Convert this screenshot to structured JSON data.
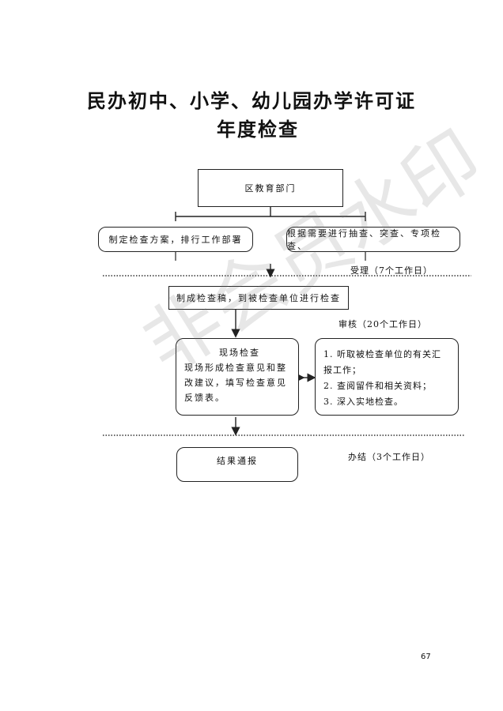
{
  "title": {
    "line1": "民办初中、小学、幼儿园办学许可证",
    "line2": "年度检查"
  },
  "nodes": {
    "dept": "区教育部门",
    "plan": "制定检查方案，排行工作部署",
    "random": "根据需要进行抽查、突查、专项检查、",
    "notify": "制成检查稿，到被检查单位进行检查",
    "onsite_title": "现场检查",
    "onsite_body": "现场形成检查意见和整改建议，填写检查意见反馈表。",
    "tasks": [
      "1. 听取被检查单位的有关汇报工作；",
      "2. 查阅留件和相关资料；",
      "3. 深入实地检查。"
    ],
    "result": "结果通报"
  },
  "notes": {
    "accept": "受理（7个工作日）",
    "review": "审核（20个工作日）",
    "finish": "办结（3个工作日）"
  },
  "watermark": "非会员水印",
  "page_number": "67"
}
